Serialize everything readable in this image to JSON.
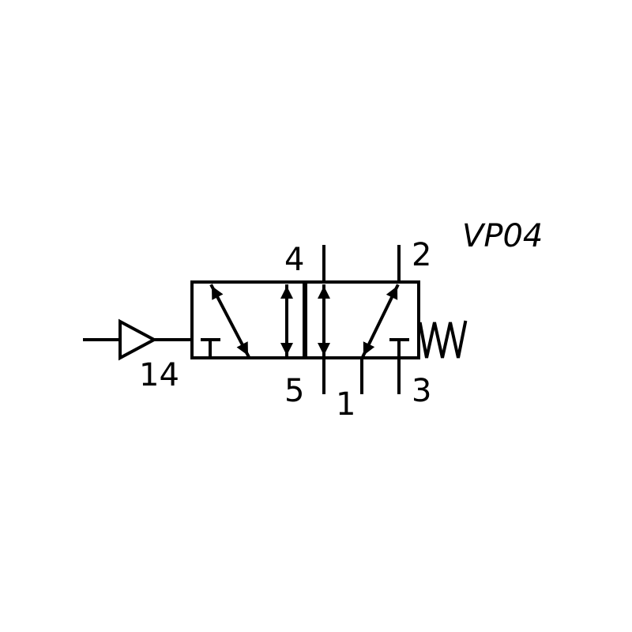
{
  "diagram": {
    "title": "VP04",
    "pilot_port_label": "14",
    "ports": {
      "p4": "4",
      "p2": "2",
      "p5": "5",
      "p1": "1",
      "p3": "3"
    },
    "line_color": "#000000",
    "symbol_type": "5/2 valve, pilot operated, spring return"
  }
}
